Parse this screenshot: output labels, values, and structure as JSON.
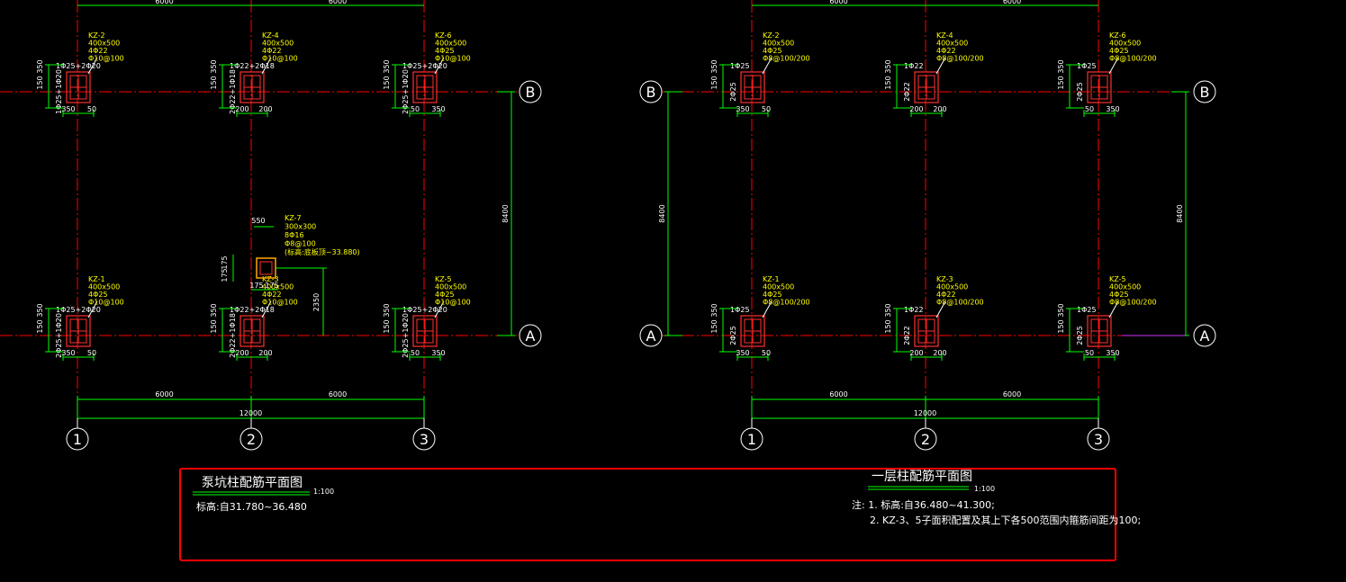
{
  "colors": {
    "background": "#000000",
    "axis": "#ff0000",
    "column_outline": "#ff3030",
    "rebar": "#ff3030",
    "annotation": "#ffff00",
    "dimension_line": "#00ff00",
    "text": "#ffffff",
    "highlight_box": "#ff0000",
    "kz7_fill": "#ffa500"
  },
  "left_plan": {
    "top_dims": [
      "6000",
      "6000"
    ],
    "columns": [
      {
        "id": "KZ-2",
        "lines": [
          "KZ-2",
          "400x500",
          "4Φ22",
          "Φ10@100"
        ],
        "rebar": "1Φ25+2Φ20",
        "side": "1Φ25+1Φ20",
        "d1": "150",
        "d2": "350",
        "b1": "350",
        "b2": "50"
      },
      {
        "id": "KZ-4",
        "lines": [
          "KZ-4",
          "400x500",
          "4Φ22",
          "Φ10@100"
        ],
        "rebar": "1Φ22+2Φ18",
        "side": "2Φ22+1Φ18",
        "d1": "150",
        "d2": "350",
        "b1": "200",
        "b2": "200"
      },
      {
        "id": "KZ-6",
        "lines": [
          "KZ-6",
          "400x500",
          "4Φ25",
          "Φ10@100"
        ],
        "rebar": "1Φ25+2Φ20",
        "side": "2Φ25+1Φ20",
        "d1": "150",
        "d2": "350",
        "b1": "50",
        "b2": "350"
      },
      {
        "id": "KZ-1",
        "lines": [
          "KZ-1",
          "400x500",
          "4Φ25",
          "Φ10@100"
        ],
        "rebar": "1Φ25+2Φ20",
        "side": "2Φ25+1Φ20",
        "d1": "150",
        "d2": "350",
        "b1": "350",
        "b2": "50"
      },
      {
        "id": "KZ-3",
        "lines": [
          "KZ-3",
          "400x500",
          "4Φ22",
          "Φ10@100"
        ],
        "rebar": "1Φ22+2Φ18",
        "side": "2Φ22+1Φ18",
        "d1": "150",
        "d2": "350",
        "b1": "200",
        "b2": "200"
      },
      {
        "id": "KZ-5",
        "lines": [
          "KZ-5",
          "400x500",
          "4Φ25",
          "Φ10@100"
        ],
        "rebar": "1Φ25+2Φ20",
        "side": "2Φ25+1Φ20",
        "d1": "150",
        "d2": "350",
        "b1": "50",
        "b2": "350"
      }
    ],
    "kz7": {
      "lines": [
        "KZ-7",
        "300x300",
        "8Φ16",
        "Φ8@100",
        "(标高:底板顶~33.880)"
      ],
      "top_dim": "550",
      "side_dims": [
        "175",
        "175"
      ],
      "bottom_dims": [
        "175",
        "175"
      ],
      "offset_dim": "2350"
    },
    "right_dim": "8400",
    "bottom_dims": [
      "6000",
      "6000"
    ],
    "total_dim": "12000",
    "axis_numbers": [
      "1",
      "2",
      "3"
    ],
    "axis_letters": [
      "B",
      "A"
    ]
  },
  "right_plan": {
    "top_dims": [
      "6000",
      "6000"
    ],
    "columns": [
      {
        "id": "KZ-2",
        "lines": [
          "KZ-2",
          "400x500",
          "4Φ25",
          "Φ8@100/200"
        ],
        "rebar": "1Φ25",
        "side": "2Φ25",
        "d1": "150",
        "d2": "350",
        "b1": "350",
        "b2": "50"
      },
      {
        "id": "KZ-4",
        "lines": [
          "KZ-4",
          "400x500",
          "4Φ22",
          "Φ8@100/200"
        ],
        "rebar": "1Φ22",
        "side": "2Φ22",
        "d1": "150",
        "d2": "350",
        "b1": "200",
        "b2": "200"
      },
      {
        "id": "KZ-6",
        "lines": [
          "KZ-6",
          "400x500",
          "4Φ25",
          "Φ8@100/200"
        ],
        "rebar": "1Φ25",
        "side": "2Φ25",
        "d1": "150",
        "d2": "350",
        "b1": "50",
        "b2": "350"
      },
      {
        "id": "KZ-1",
        "lines": [
          "KZ-1",
          "400x500",
          "4Φ25",
          "Φ8@100/200"
        ],
        "rebar": "1Φ25",
        "side": "2Φ25",
        "d1": "150",
        "d2": "350",
        "b1": "350",
        "b2": "50"
      },
      {
        "id": "KZ-3",
        "lines": [
          "KZ-3",
          "400x500",
          "4Φ22",
          "Φ8@100/200"
        ],
        "rebar": "1Φ22",
        "side": "2Φ22",
        "d1": "150",
        "d2": "350",
        "b1": "200",
        "b2": "200"
      },
      {
        "id": "KZ-5",
        "lines": [
          "KZ-5",
          "400x500",
          "4Φ25",
          "Φ8@100/200"
        ],
        "rebar": "1Φ25",
        "side": "2Φ25",
        "d1": "150",
        "d2": "350",
        "b1": "50",
        "b2": "350"
      }
    ],
    "left_dim": "8400",
    "right_dim": "8400",
    "bottom_dims": [
      "6000",
      "6000"
    ],
    "total_dim": "12000",
    "axis_numbers": [
      "1",
      "2",
      "3"
    ],
    "axis_letters": [
      "B",
      "A"
    ]
  },
  "titles": {
    "left_title": "泵坑柱配筋平面图",
    "left_scale": "1:100",
    "left_elev": "标高:自31.780~36.480",
    "right_title": "一层柱配筋平面图",
    "right_scale": "1:100",
    "right_note1": "注: 1. 标高:自36.480~41.300;",
    "right_note2": "2. KZ-3、5子面积配置及其上下各500范围内箍筋间距为100;"
  }
}
